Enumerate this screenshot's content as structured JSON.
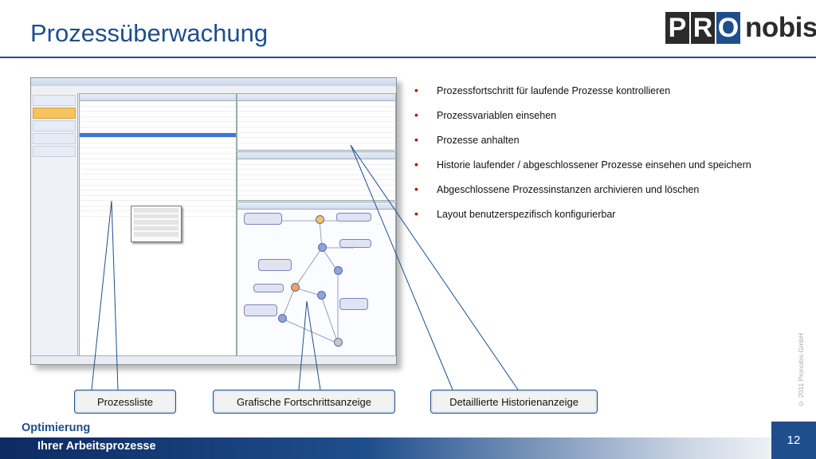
{
  "slide": {
    "title": "Prozessüberwachung",
    "logo": {
      "letters": [
        "P",
        "R",
        "O"
      ],
      "word": "nobis"
    },
    "bullets": [
      "Prozessfortschritt für laufende Prozesse kontrollieren",
      "Prozessvariablen einsehen",
      "Prozesse anhalten",
      "Historie laufender / abgeschlossener Prozesse einsehen und speichern",
      "Abgeschlossene Prozessinstanzen archivieren und löschen",
      "Layout benutzerspezifisch konfigurierbar"
    ],
    "callouts": [
      "Prozessliste",
      "Grafische Fortschrittsanzeige",
      "Detaillierte Historienanzeige"
    ],
    "footer": {
      "line1": "Optimierung",
      "line2": "Ihrer Arbeitsprozesse",
      "page": "12"
    },
    "copyright": "© 2011 Pronobis GmbH"
  },
  "colors": {
    "brand": "#1f4e8c",
    "bullet": "#c00000",
    "highlight": "#f7c35f"
  }
}
